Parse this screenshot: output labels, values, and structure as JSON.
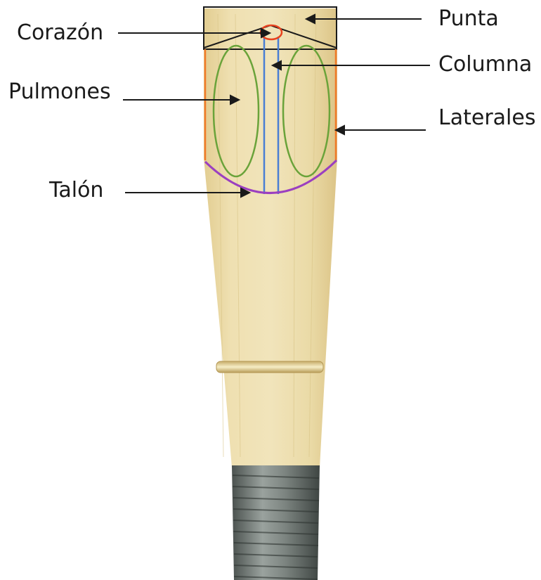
{
  "labels": {
    "punta": "Punta",
    "corazon": "Corazón",
    "columna": "Columna",
    "pulmones": "Pulmones",
    "laterales": "Laterales",
    "talon": "Talón"
  },
  "colors": {
    "punta_outline": "#1a1a1a",
    "corazon": "#e8431f",
    "columna": "#4a7fd4",
    "pulmones": "#6aa33a",
    "laterales": "#f07a2a",
    "talon": "#9b3fc0",
    "cane": "#ead9a4",
    "wire": "#6b7370"
  }
}
